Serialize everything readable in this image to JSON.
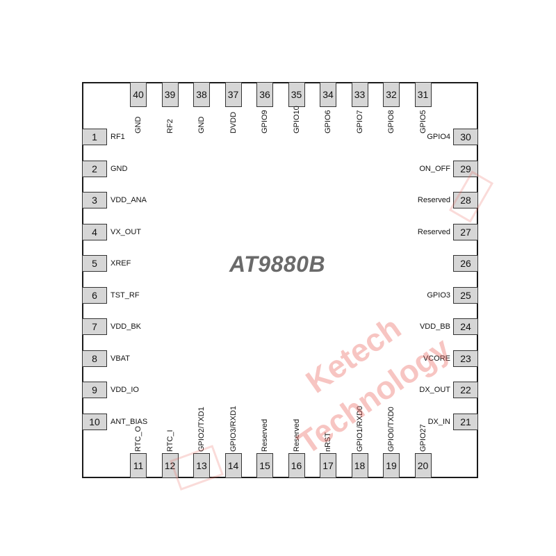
{
  "chip": {
    "part_number": "AT9880B"
  },
  "pins": {
    "top": [
      {
        "num": "40",
        "sig": "GND"
      },
      {
        "num": "39",
        "sig": "RF2"
      },
      {
        "num": "38",
        "sig": "GND"
      },
      {
        "num": "37",
        "sig": "DVDD"
      },
      {
        "num": "36",
        "sig": "GPIO9"
      },
      {
        "num": "35",
        "sig": "GPIO10"
      },
      {
        "num": "34",
        "sig": "GPIO6"
      },
      {
        "num": "33",
        "sig": "GPIO7"
      },
      {
        "num": "32",
        "sig": "GPIO8"
      },
      {
        "num": "31",
        "sig": "GPIO5"
      }
    ],
    "left": [
      {
        "num": "1",
        "sig": "RF1"
      },
      {
        "num": "2",
        "sig": "GND"
      },
      {
        "num": "3",
        "sig": "VDD_ANA"
      },
      {
        "num": "4",
        "sig": "VX_OUT"
      },
      {
        "num": "5",
        "sig": "XREF"
      },
      {
        "num": "6",
        "sig": "TST_RF"
      },
      {
        "num": "7",
        "sig": "VDD_BK"
      },
      {
        "num": "8",
        "sig": "VBAT"
      },
      {
        "num": "9",
        "sig": "VDD_IO"
      },
      {
        "num": "10",
        "sig": "ANT_BIAS"
      }
    ],
    "right": [
      {
        "num": "30",
        "sig": "GPIO4"
      },
      {
        "num": "29",
        "sig": "ON_OFF"
      },
      {
        "num": "28",
        "sig": "Reserved"
      },
      {
        "num": "27",
        "sig": "Reserved"
      },
      {
        "num": "26",
        "sig": ""
      },
      {
        "num": "25",
        "sig": "GPIO3"
      },
      {
        "num": "24",
        "sig": "VDD_BB"
      },
      {
        "num": "23",
        "sig": "VCORE"
      },
      {
        "num": "22",
        "sig": "DX_OUT"
      },
      {
        "num": "21",
        "sig": "DX_IN"
      }
    ],
    "bottom": [
      {
        "num": "11",
        "sig": "RTC_O"
      },
      {
        "num": "12",
        "sig": "RTC_I"
      },
      {
        "num": "13",
        "sig": "GPIO2/TXD1"
      },
      {
        "num": "14",
        "sig": "GPIO3/RXD1"
      },
      {
        "num": "15",
        "sig": "Reserved"
      },
      {
        "num": "16",
        "sig": "Reserved"
      },
      {
        "num": "17",
        "sig": "nRST"
      },
      {
        "num": "18",
        "sig": "GPIO1/RXD0"
      },
      {
        "num": "19",
        "sig": "GPIO0/TXD0"
      },
      {
        "num": "20",
        "sig": "GPIO27"
      }
    ]
  },
  "watermark": {
    "line1": "Ketech",
    "line2": "Technology",
    "color": "#e85a50"
  }
}
